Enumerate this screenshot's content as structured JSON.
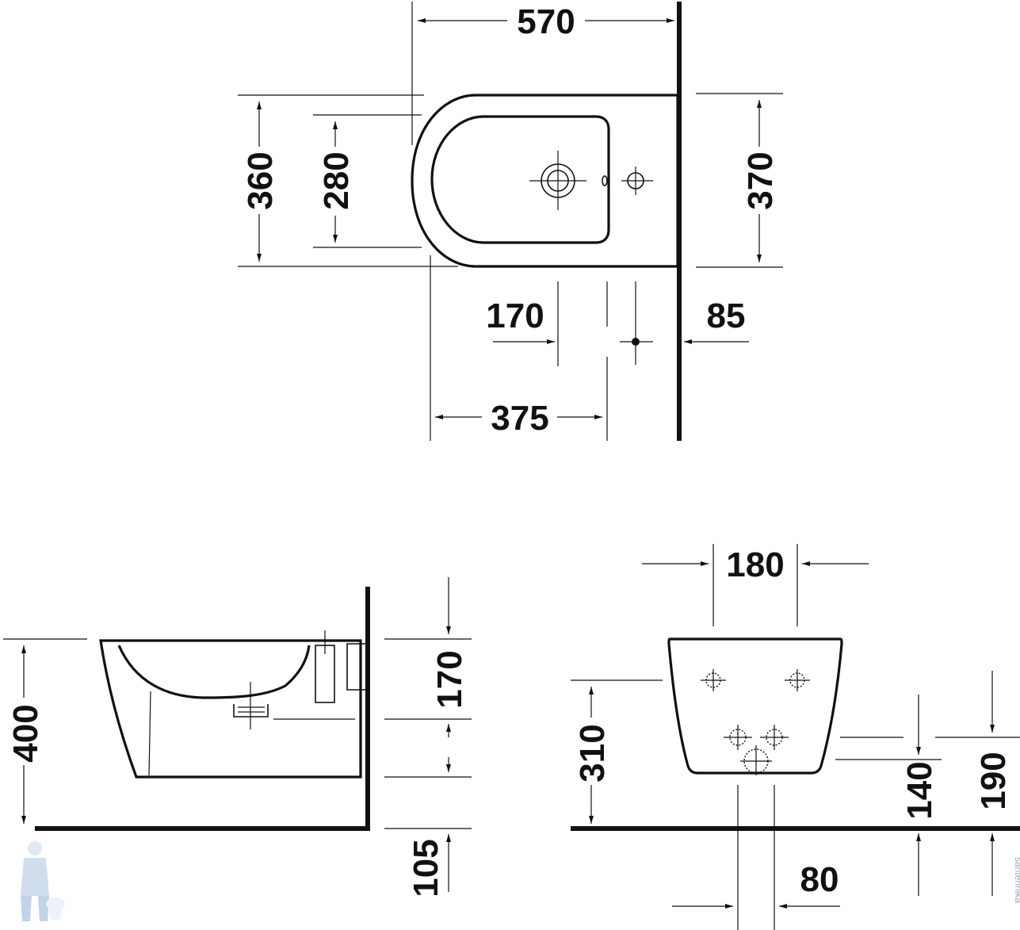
{
  "dimensions": {
    "top_width": "570",
    "top_depth_outer": "360",
    "top_depth_inner": "280",
    "top_depth_right": "370",
    "tap_hole_from_rim": "170",
    "wall_offset": "85",
    "fixing_distance": "375",
    "side_height": "400",
    "side_rim_depth": "170",
    "side_lower": "105",
    "rear_bolt_spacing": "180",
    "rear_height": "310",
    "rear_outlet_height": "140",
    "rear_inlet_height": "190",
    "rear_outlet_offset": "80"
  },
  "watermark": "santehnika"
}
